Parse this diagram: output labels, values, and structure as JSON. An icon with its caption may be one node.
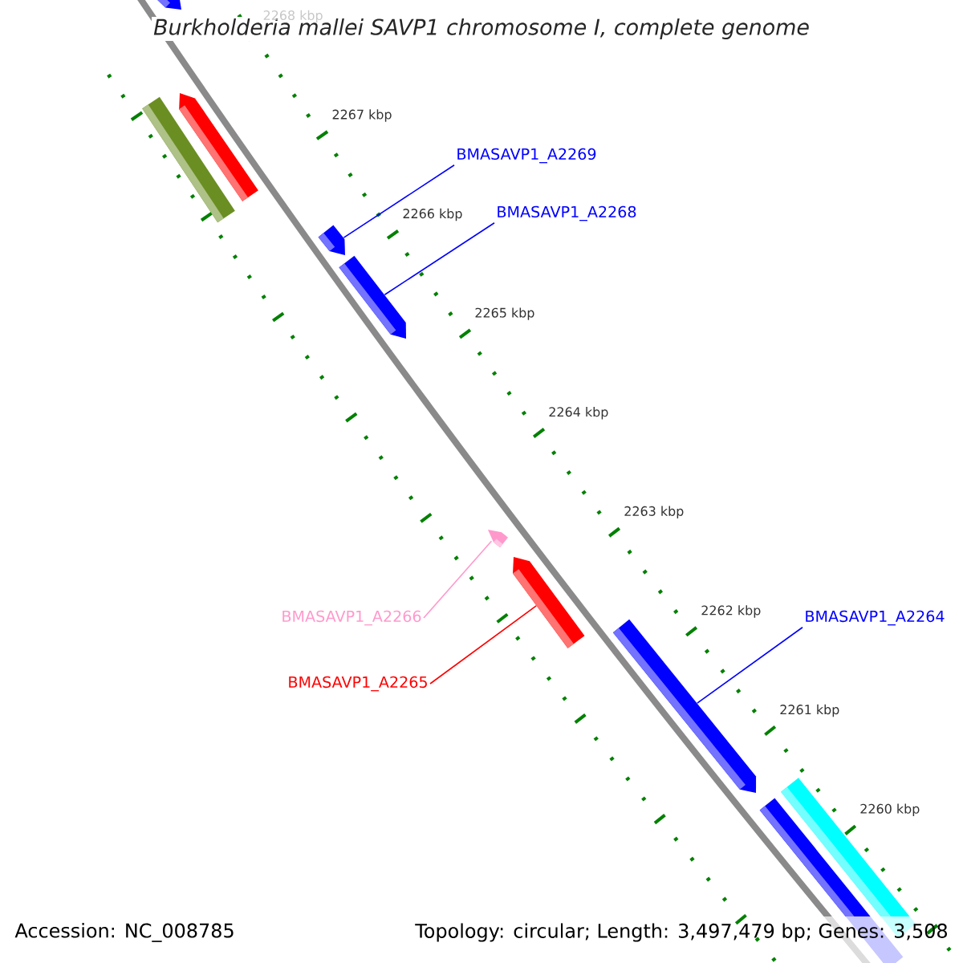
{
  "diagram": {
    "title": "Burkholderia mallei SAVP1 chromosome I, complete genome",
    "nodes": [
      {
        "text": [],
        "shape": "bar"
      },
      {
        "text": [],
        "shape": "bar"
      },
      {
        "text": [],
        "shape": "bar"
      },
      {
        "text": [],
        "shape": "bar"
      },
      {
        "text": [],
        "shape": "bar"
      },
      {
        "text": [],
        "shape": "bar"
      },
      {
        "text": [],
        "shape": "bar"
      },
      {
        "text": [],
        "shape": "bar"
      },
      {
        "text": [],
        "shape": "bar"
      },
      {
        "text": [],
        "shape": "bar"
      },
      {
        "text": [
          "BMASAVP1_A2269"
        ]
      },
      {
        "text": [
          "BMASAVP1_A2268"
        ]
      },
      {
        "text": [
          "BMASAVP1_A2266"
        ]
      },
      {
        "text": [
          "BMASAVP1_A2265"
        ]
      },
      {
        "text": [
          "BMASAVP1_A2264"
        ]
      }
    ],
    "edges": [
      {
        "from": 10,
        "to": 3,
        "arrow": "none"
      },
      {
        "from": 11,
        "to": 4,
        "arrow": "none"
      },
      {
        "from": 12,
        "to": 5,
        "arrow": "none",
        "color": "#ff99cc"
      },
      {
        "from": 13,
        "to": 6,
        "arrow": "none",
        "color": "#ff0000"
      },
      {
        "from": 14,
        "to": 7,
        "arrow": "none"
      }
    ],
    "labels": [
      "2268 kbp",
      "2267 kbp",
      "2266 kbp",
      "2265 kbp",
      "2264 kbp",
      "2263 kbp",
      "2262 kbp",
      "2261 kbp",
      "2260 kbp",
      "Accession: NC_008785",
      "Topology: circular; Length: 3,497,479 bp; Genes: 3,508"
    ]
  }
}
